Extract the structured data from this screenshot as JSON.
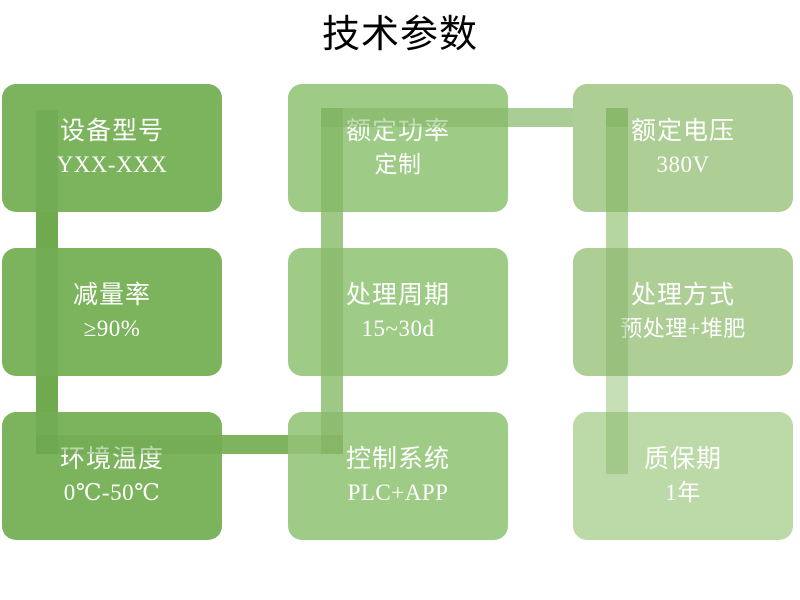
{
  "title": "技术参数",
  "theme": {
    "background": "#ffffff",
    "title_color": "#000000",
    "card_text_color": "#ffffff",
    "green_dark": "#7cb35d",
    "green_mid": "#9ecb86",
    "green_light": "#bcd9a8",
    "connector_dark": "#6faa4f",
    "connector_mid": "#8fc06f",
    "connector_light": "#a8cd95",
    "connector_pale": "#c6dfb6"
  },
  "cards": [
    {
      "id": "model",
      "label": "设备型号",
      "value": "YXX-XXX",
      "tone": "dark"
    },
    {
      "id": "power",
      "label": "额定功率",
      "value": "定制",
      "tone": "mid"
    },
    {
      "id": "voltage",
      "label": "额定电压",
      "value": "380V",
      "tone": "mid"
    },
    {
      "id": "reduction",
      "label": "减量率",
      "value": "≥90%",
      "tone": "dark"
    },
    {
      "id": "cycle",
      "label": "处理周期",
      "value": "15~30d",
      "tone": "mid"
    },
    {
      "id": "method",
      "label": "处理方式",
      "value": "预处理+堆肥",
      "tone": "mid"
    },
    {
      "id": "temperature",
      "label": "环境温度",
      "value": "0℃-50℃",
      "tone": "dark"
    },
    {
      "id": "control",
      "label": "控制系统",
      "value": "PLC+APP",
      "tone": "mid"
    },
    {
      "id": "warranty",
      "label": "质保期",
      "value": "1年",
      "tone": "light"
    }
  ]
}
